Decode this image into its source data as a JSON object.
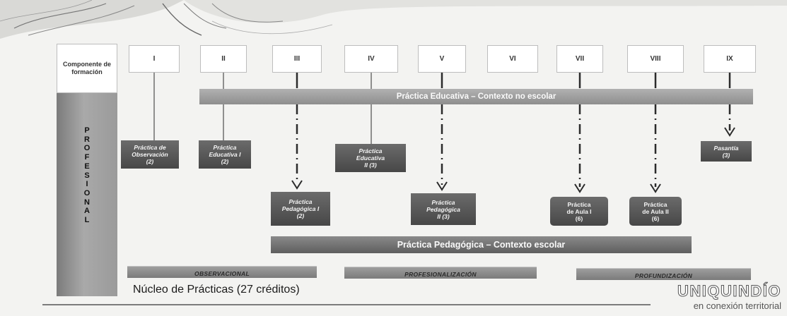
{
  "component_label": "Componente de formación",
  "semesters": [
    "I",
    "II",
    "III",
    "IV",
    "V",
    "VI",
    "VII",
    "VIII",
    "IX"
  ],
  "professional_letters": [
    "P",
    "R",
    "O",
    "F",
    "E",
    "S",
    "I",
    "O",
    "N",
    "A",
    "L"
  ],
  "bars": {
    "educativa": "Práctica Educativa – Contexto no escolar",
    "pedagogica": "Práctica Pedagógica – Contexto escolar"
  },
  "practices": {
    "observacion": "Práctica de\nObservación\n(2)",
    "educativa_1": "Práctica\nEducativa I\n(2)",
    "educativa_2": "Práctica\nEducativa\nII (3)",
    "pasantia": "Pasantía\n(3)",
    "pedagogica_1": "Práctica\nPedagógica I\n(2)",
    "pedagogica_2": "Práctica\nPedagógica\nII (3)",
    "aula_1": "Práctica\nde Aula I\n(6)",
    "aula_2": "Práctica\nde Aula II\n(6)"
  },
  "phases": [
    "OBSERVACIONAL",
    "PROFESIONALIZACIÓN",
    "PROFUNDIZACIÓN"
  ],
  "footer": {
    "title": "Núcleo de Prácticas (27 créditos)",
    "logo": "UNIQUINDÍO",
    "logo_sub": "en conexión territorial"
  },
  "colors": {
    "dark_box": "#555555",
    "bar": "#9e9e9e",
    "background": "#f3f3f1"
  }
}
